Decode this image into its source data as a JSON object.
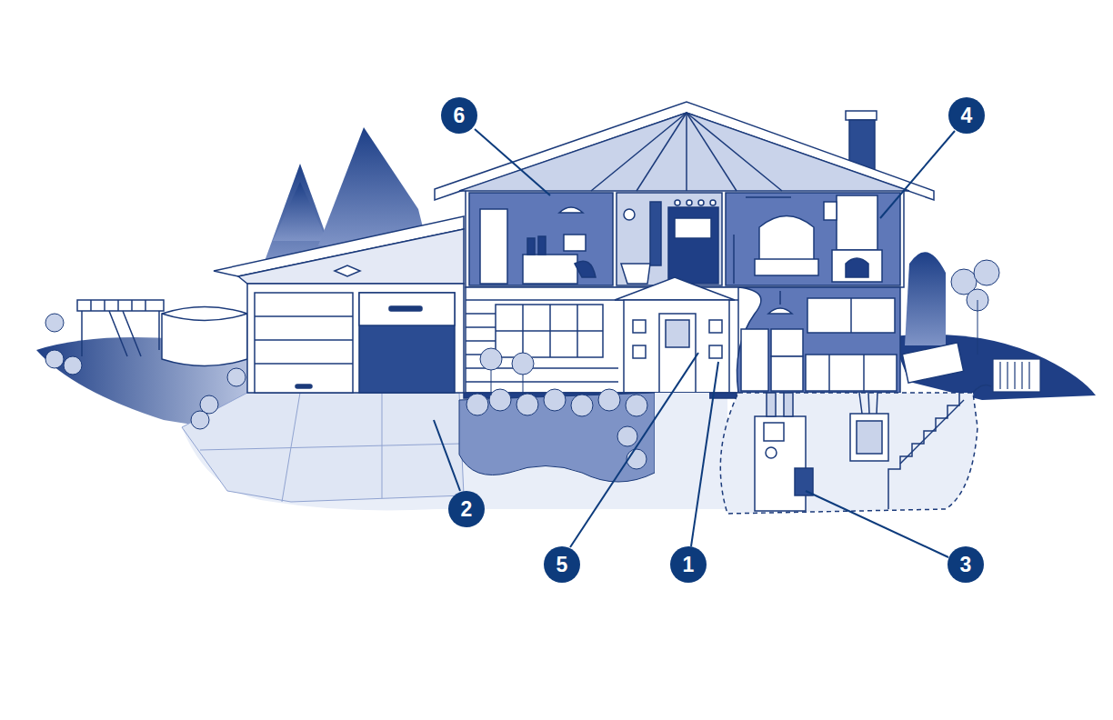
{
  "diagram": {
    "labels": [
      "6",
      "4",
      "2",
      "5",
      "1",
      "3"
    ]
  }
}
